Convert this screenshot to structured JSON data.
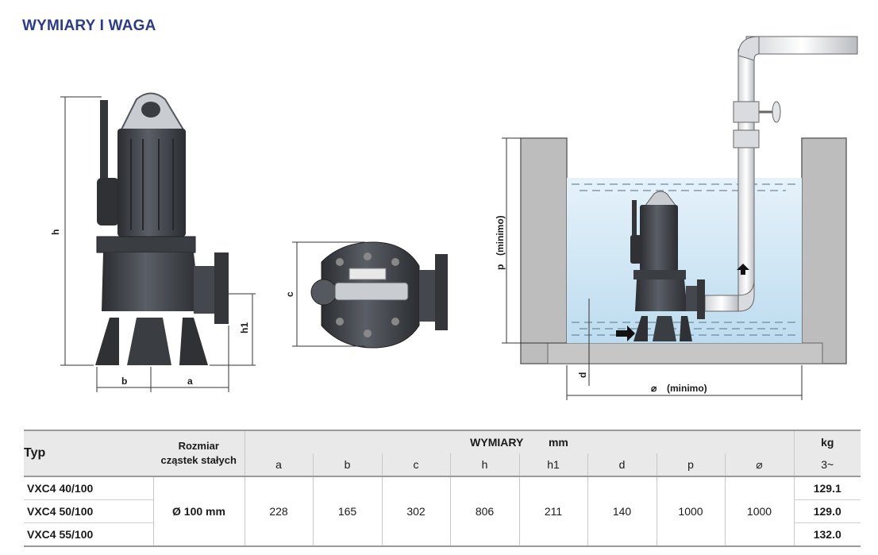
{
  "title": "WYMIARY I WAGA",
  "dimensions": {
    "h": "h",
    "h1": "h1",
    "a": "a",
    "b": "b",
    "c": "c",
    "p": "p",
    "p_note": "(minimo)",
    "d": "d",
    "diam": "⌀",
    "diam_note": "(minimo)"
  },
  "table": {
    "typ_header": "Typ",
    "size_header_1": "Rozmiar",
    "size_header_2": "cząstek stałych",
    "dims_header": "WYMIARY",
    "dims_unit": "mm",
    "weight_header": "kg",
    "weight_sub": "3~",
    "columns": [
      "a",
      "b",
      "c",
      "h",
      "h1",
      "d",
      "p",
      "⌀"
    ],
    "size_value": "Ø 100 mm",
    "dim_values": [
      "228",
      "165",
      "302",
      "806",
      "211",
      "140",
      "1000",
      "1000"
    ],
    "rows": [
      {
        "model": "VXC4 40/100",
        "weight": "129.1"
      },
      {
        "model": "VXC4 50/100",
        "weight": "129.0"
      },
      {
        "model": "VXC4 55/100",
        "weight": "132.0"
      }
    ]
  },
  "colors": {
    "title": "#2a3a8e",
    "water": "#cfe6f3",
    "pump": "#3a3d42",
    "wall": "#bdbdbd"
  }
}
